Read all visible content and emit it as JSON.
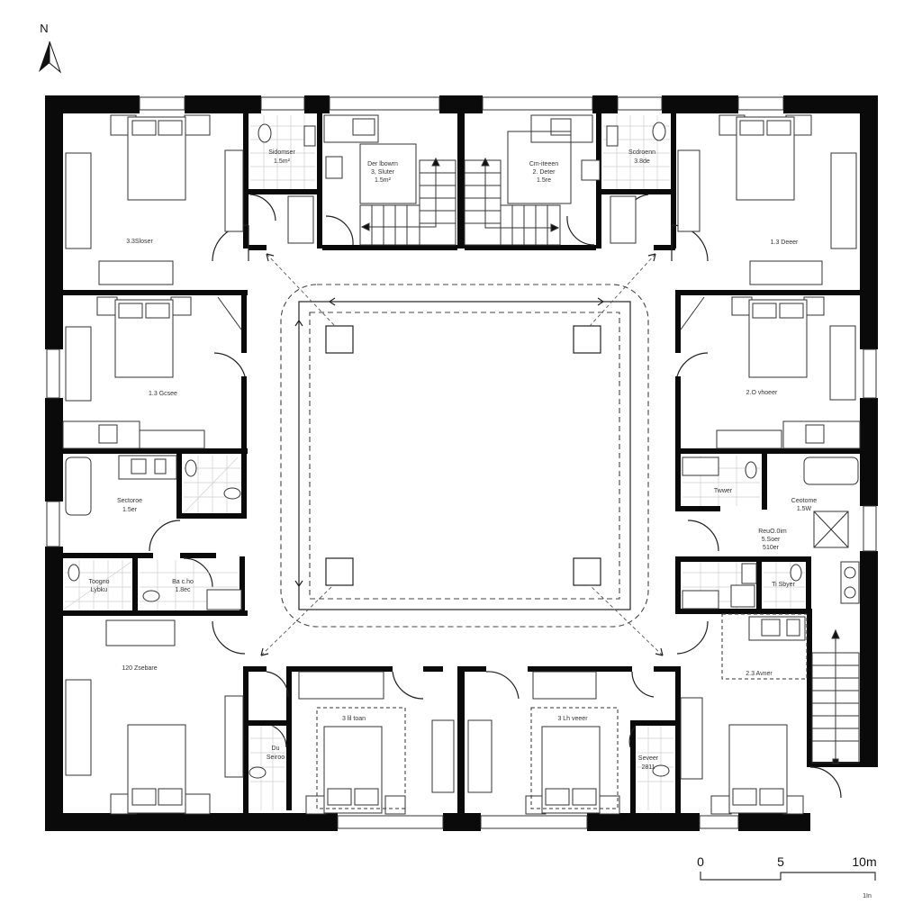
{
  "north_arrow": {
    "label": "N"
  },
  "scale_bar": {
    "ticks": [
      "0",
      "5",
      "10m"
    ],
    "unit_note": "1In"
  },
  "rooms": {
    "bedroom_top_left": {
      "label": "3.3Sloser"
    },
    "bath_top_left": {
      "name": "Sidomser",
      "area": "1.5m²"
    },
    "kitchen_top_left": {
      "name": "Der lbowrn",
      "sub": "3, Sluter",
      "area": "1.5m²"
    },
    "kitchen_top_right": {
      "name": "Cm-iteeen",
      "sub": "2. Deter",
      "area": "1.5re"
    },
    "bath_top_right": {
      "name": "Scdroenn",
      "area": "3.8de"
    },
    "bedroom_top_right": {
      "label": "1.3 Deeer"
    },
    "bedroom_mid_left": {
      "label": "1.3 Gcsee"
    },
    "bedroom_mid_right": {
      "label": "2.O vhoeer"
    },
    "bath_mid_left": {
      "name": "Sectoroe",
      "area": "1.5er"
    },
    "wc_left_a": {
      "name": "Toogno",
      "area": "Lybku"
    },
    "wc_left_b": {
      "name": "Ba c.ho",
      "area": "1.8ec"
    },
    "bath_mid_right": {
      "name": "Ceotome",
      "area": "1.5W"
    },
    "hall_right": {
      "name": "ReuO.0im",
      "sub": "5.Soer",
      "area": "510er"
    },
    "wc_right_a": {
      "name": "Twwer"
    },
    "wc_right_b": {
      "name": "Ti Sbyer"
    },
    "bedroom_bottom_left": {
      "label": "120 Zsebare"
    },
    "bath_bottom_left": {
      "name": "Du",
      "area": "Seiroo"
    },
    "bedroom_bottom_mid_left": {
      "label": "3 lil toan"
    },
    "bedroom_bottom_mid_right": {
      "label": "3 Lh veeer"
    },
    "bath_bottom_right": {
      "name": "Seveer",
      "area": "2811"
    },
    "bedroom_bottom_right": {
      "label": "2.3 Avner"
    }
  },
  "courtyard": {
    "label": ""
  }
}
